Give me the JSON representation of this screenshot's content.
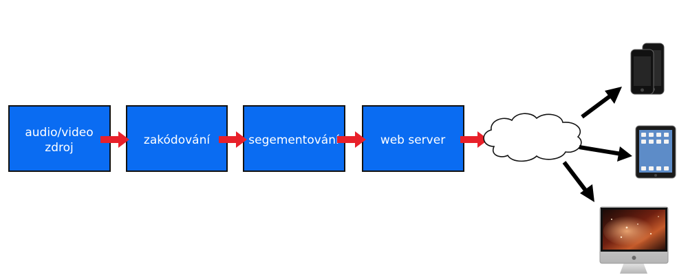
{
  "diagram": {
    "stages": [
      {
        "id": "source",
        "lines": [
          "audio/video",
          "zdroj"
        ]
      },
      {
        "id": "encode",
        "lines": [
          "zakódování"
        ]
      },
      {
        "id": "segment",
        "lines": [
          "segementování"
        ]
      },
      {
        "id": "server",
        "lines": [
          "web server"
        ]
      }
    ],
    "network": "cloud-icon",
    "devices": [
      "iphone-icon",
      "ipad-icon",
      "imac-icon"
    ],
    "colors": {
      "box_fill": "#0A6CF2",
      "box_border": "#111111",
      "flow_arrow": "#E8202A",
      "device_arrow": "#000000"
    }
  }
}
